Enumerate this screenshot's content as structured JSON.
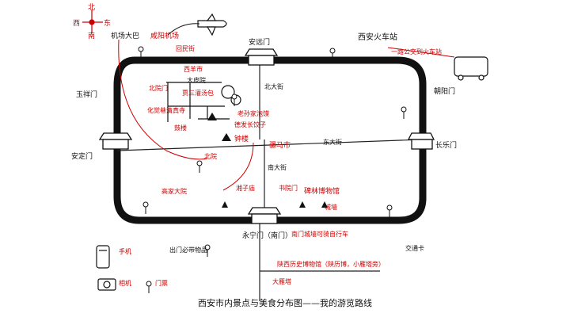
{
  "compass": {
    "north": "北",
    "west": "西",
    "east": "东",
    "south": "南"
  },
  "airport": {
    "label": "咸阳机场",
    "sublabel": "机场大巴"
  },
  "train_station": {
    "label": "西安火车站",
    "note": "一路公交到火车站"
  },
  "gates": {
    "north": "安远门",
    "northwest": "玉祥门",
    "west": "安定门",
    "east": "长乐门",
    "northeast": "朝阳门",
    "south": "永宁门（南门）"
  },
  "streets": {
    "north_street": "北大街",
    "east_street": "东大街",
    "south_street": "南大街"
  },
  "places_red": [
    "回民街",
    "西羊市",
    "大皮院",
    "北院门",
    "化觉巷清真寺",
    "老孙家泡馍",
    "钟楼",
    "鼓楼",
    "德发长饺子",
    "贾三灌汤包",
    "骡马市",
    "书院门",
    "碑林博物馆",
    "湘子庙",
    "城墙",
    "陕西历史博物馆（陕历博，小雁塔旁）",
    "大雁塔",
    "南门城墙可骑自行车",
    "高家大院",
    "北院"
  ],
  "places_black": [
    "钟楼"
  ],
  "legend": {
    "phone": "手机",
    "camera": "相机",
    "things": "出门必带物品",
    "card": "交通卡",
    "ticket": "门票"
  },
  "title": "西安市内景点与美食分布图——我的游览路线"
}
